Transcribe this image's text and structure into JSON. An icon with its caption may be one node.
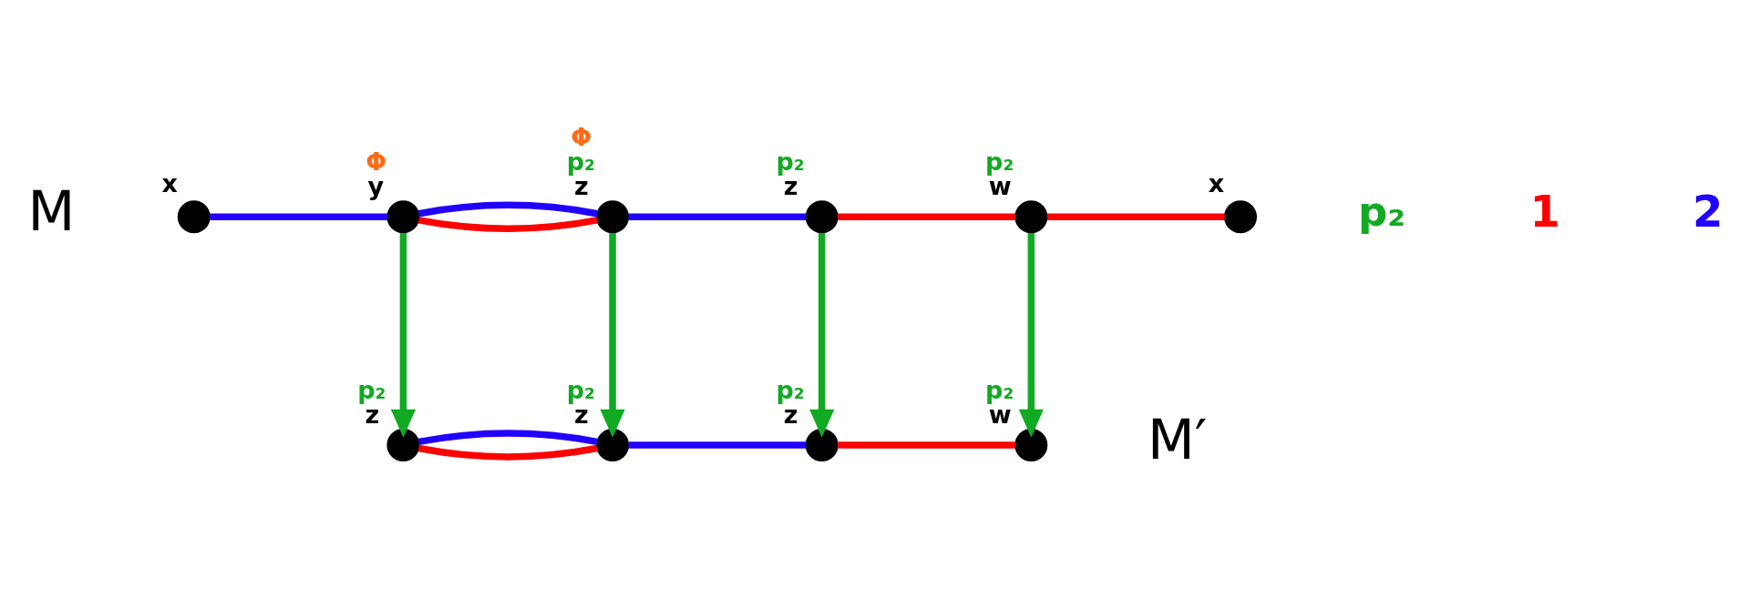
{
  "diagram": {
    "nodes": [
      {
        "text": [],
        "shape": "circle",
        "beside": [
          "x"
        ]
      },
      {
        "text": [],
        "shape": "circle",
        "beside": [
          "Φ",
          "y"
        ]
      },
      {
        "text": [],
        "shape": "circle",
        "beside": [
          "Φ",
          "p₂",
          "z"
        ]
      },
      {
        "text": [],
        "shape": "circle",
        "beside": [
          "p₂",
          "z"
        ]
      },
      {
        "text": [],
        "shape": "circle",
        "beside": [
          "p₂",
          "w"
        ]
      },
      {
        "text": [],
        "shape": "circle",
        "beside": [
          "x"
        ]
      },
      {
        "text": [],
        "shape": "circle",
        "beside": [
          "p₂",
          "z"
        ]
      },
      {
        "text": [],
        "shape": "circle",
        "beside": [
          "p₂",
          "z"
        ]
      },
      {
        "text": [],
        "shape": "circle",
        "beside": [
          "p₂",
          "z"
        ]
      },
      {
        "text": [],
        "shape": "circle",
        "beside": [
          "p₂",
          "w"
        ]
      }
    ],
    "edges": [
      {
        "from": 0,
        "to": 1,
        "arrow": "none",
        "color": "#2200ff"
      },
      {
        "from": 1,
        "to": 2,
        "arrow": "none",
        "color": "#ff0000"
      },
      {
        "from": 1,
        "to": 2,
        "arrow": "none",
        "color": "#2200ff"
      },
      {
        "from": 2,
        "to": 3,
        "arrow": "none",
        "color": "#2200ff"
      },
      {
        "from": 3,
        "to": 4,
        "arrow": "none",
        "color": "#ff0000"
      },
      {
        "from": 4,
        "to": 5,
        "arrow": "none",
        "color": "#ff0000"
      },
      {
        "from": 1,
        "to": 6,
        "arrow": "to",
        "color": "#11aa22"
      },
      {
        "from": 2,
        "to": 7,
        "arrow": "to",
        "color": "#11aa22"
      },
      {
        "from": 3,
        "to": 8,
        "arrow": "to",
        "color": "#11aa22"
      },
      {
        "from": 4,
        "to": 9,
        "arrow": "to",
        "color": "#11aa22"
      },
      {
        "from": 6,
        "to": 7,
        "arrow": "none",
        "color": "#ff0000"
      },
      {
        "from": 6,
        "to": 7,
        "arrow": "none",
        "color": "#2200ff"
      },
      {
        "from": 7,
        "to": 8,
        "arrow": "none",
        "color": "#2200ff"
      },
      {
        "from": 8,
        "to": 9,
        "arrow": "none",
        "color": "#ff0000"
      }
    ],
    "labels": [
      "M",
      "p₂",
      "M′"
    ],
    "legend": [
      {
        "text": "1",
        "color": "#ff0000"
      },
      {
        "text": "2",
        "color": "#2200ff"
      }
    ]
  }
}
